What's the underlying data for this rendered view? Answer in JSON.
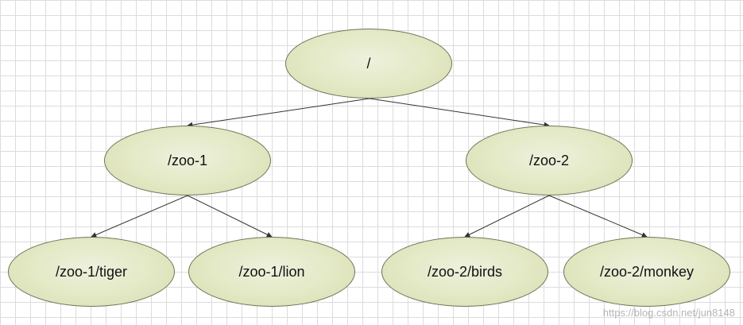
{
  "diagram": {
    "nodes": {
      "root": "/",
      "zoo1": "/zoo-1",
      "zoo2": "/zoo-2",
      "zoo1_tiger": "/zoo-1/tiger",
      "zoo1_lion": "/zoo-1/lion",
      "zoo2_birds": "/zoo-2/birds",
      "zoo2_monkey": "/zoo-2/monkey"
    },
    "edges": [
      [
        "root",
        "zoo1"
      ],
      [
        "root",
        "zoo2"
      ],
      [
        "zoo1",
        "zoo1_tiger"
      ],
      [
        "zoo1",
        "zoo1_lion"
      ],
      [
        "zoo2",
        "zoo2_birds"
      ],
      [
        "zoo2",
        "zoo2_monkey"
      ]
    ]
  },
  "watermark": "https://blog.csdn.net/jun8148",
  "colors": {
    "node_fill": "#e3e8c4",
    "node_border": "#6f7458",
    "edge": "#333333",
    "grid": "#dcdcdc"
  }
}
